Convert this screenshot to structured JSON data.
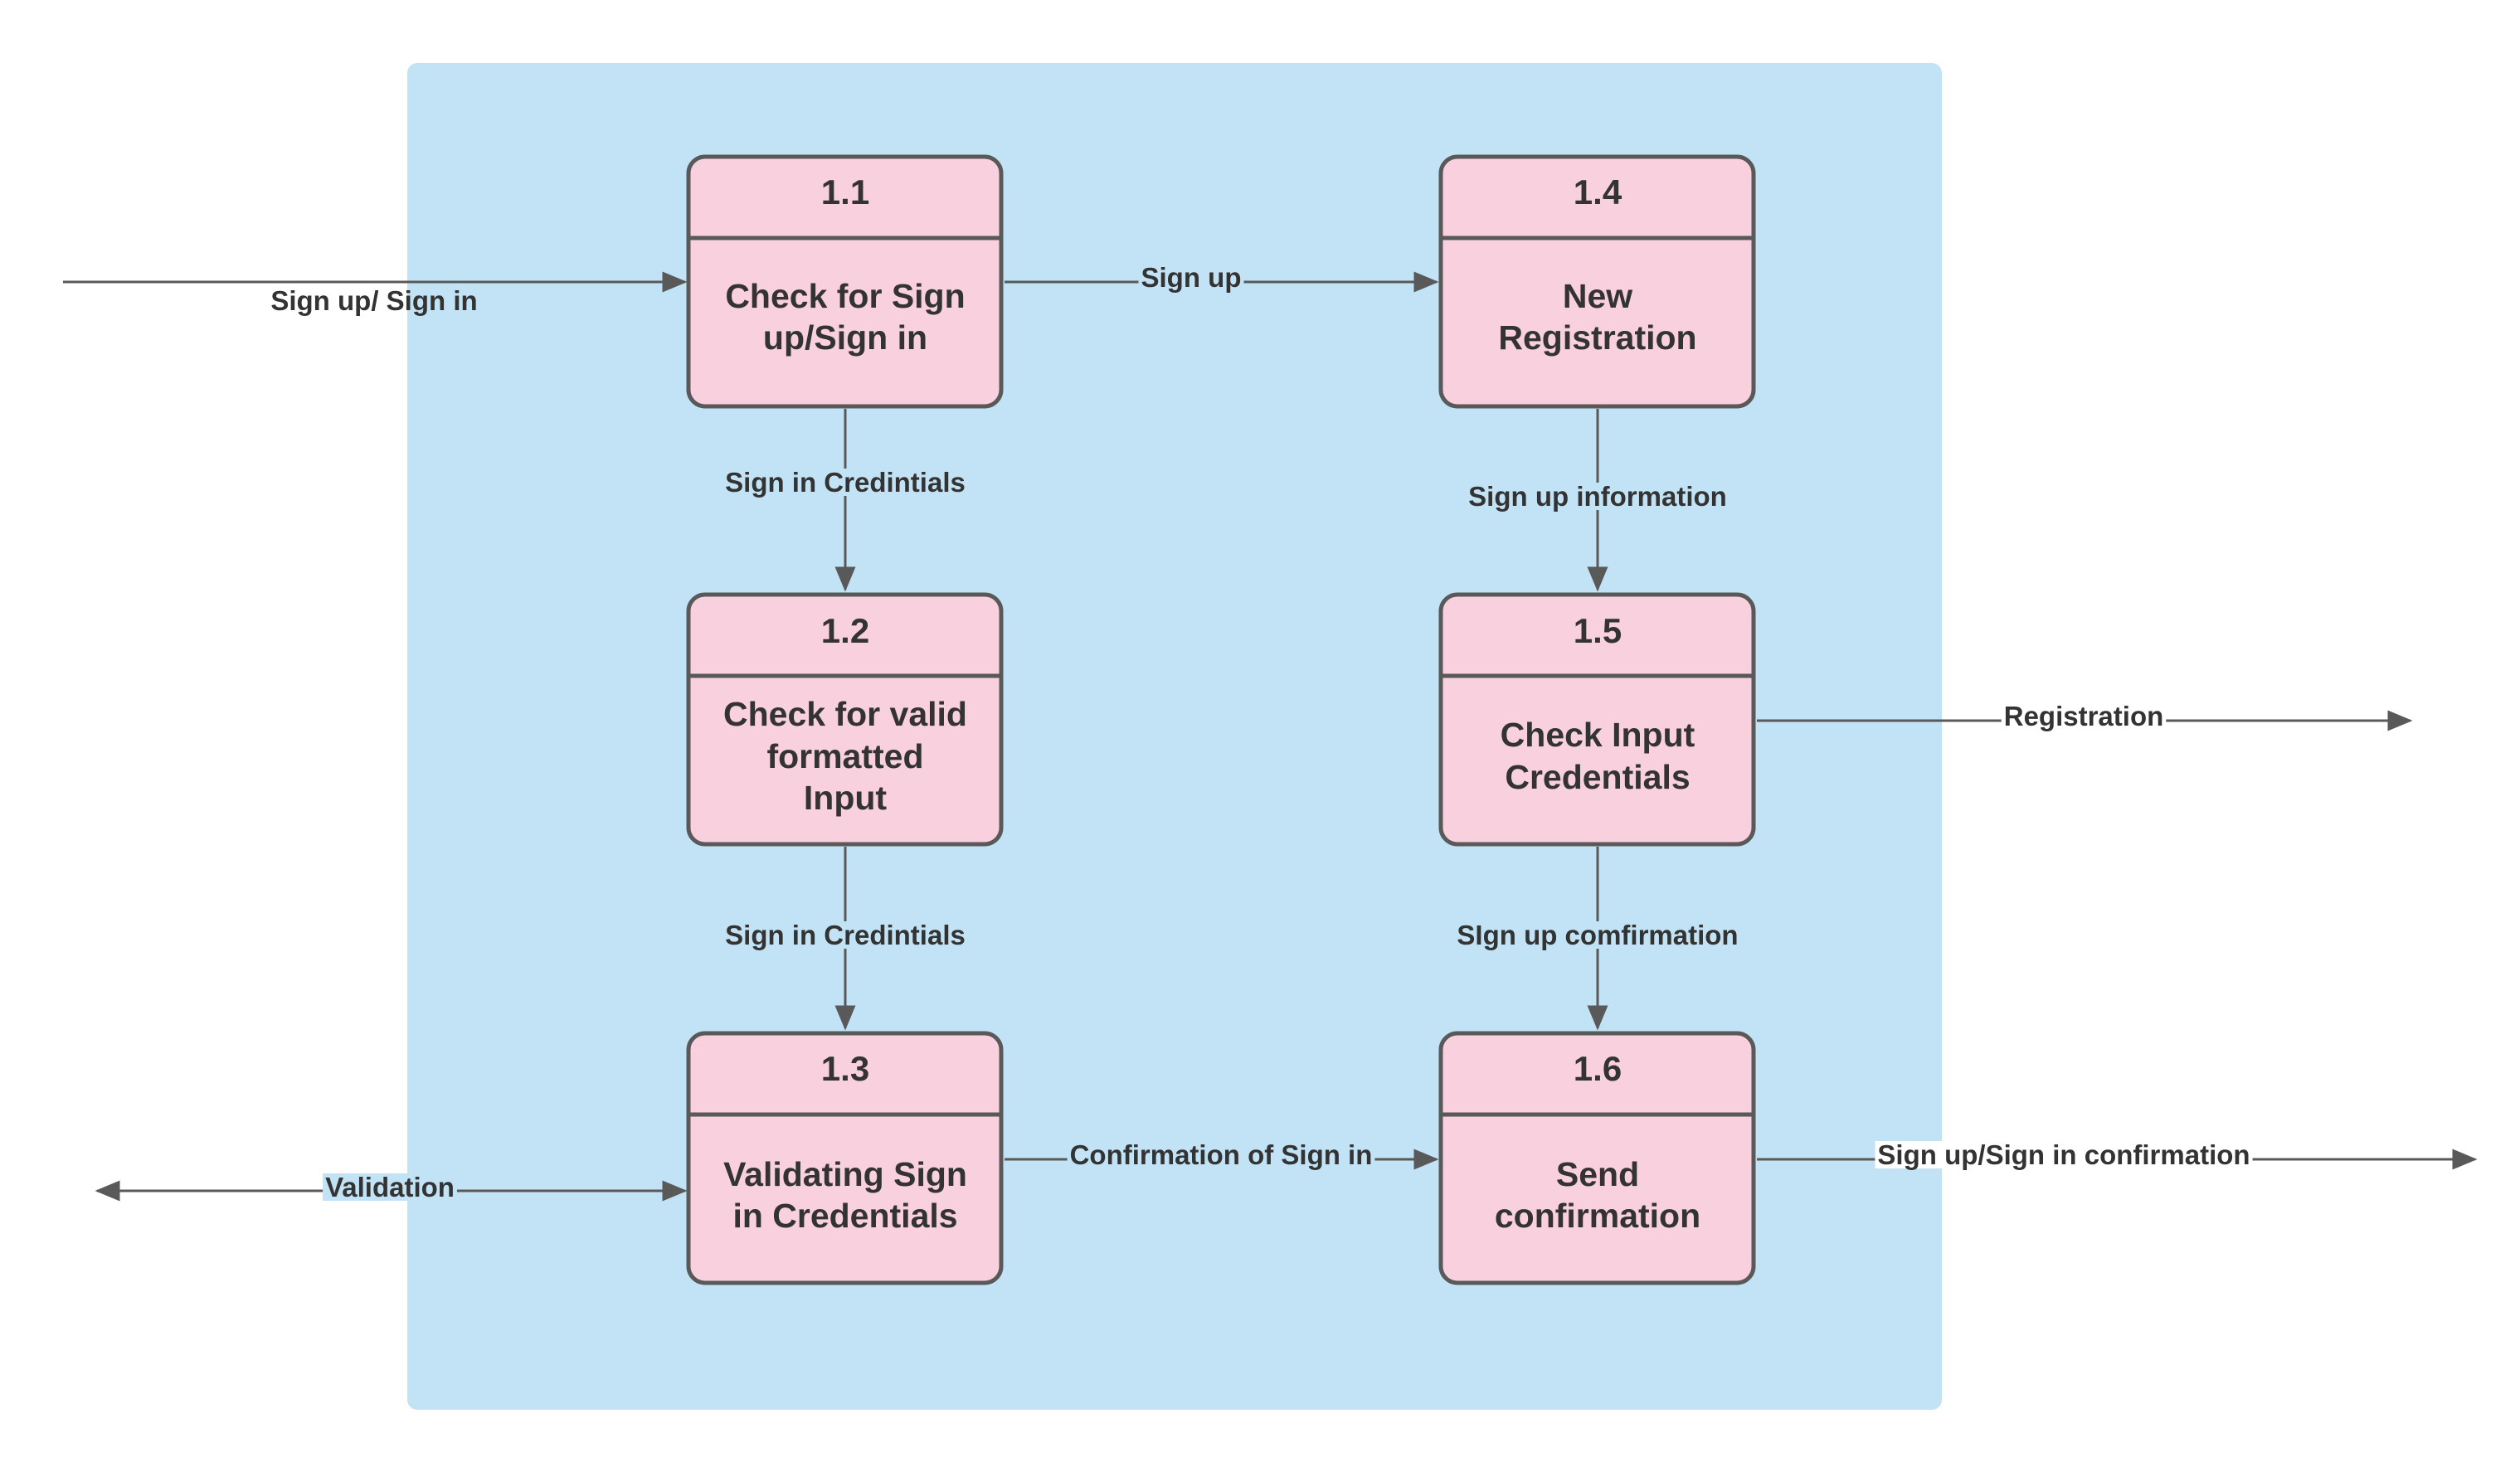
{
  "colors": {
    "boundary_fill": "#c1e3f5",
    "process_fill": "#f9d0de",
    "process_stroke": "#595959",
    "arrow": "#595959",
    "text": "#333333"
  },
  "processes": [
    {
      "id": "p11",
      "number": "1.1",
      "lines": [
        "Check for Sign",
        "up/Sign in"
      ]
    },
    {
      "id": "p12",
      "number": "1.2",
      "lines": [
        "Check for valid",
        "formatted",
        "Input"
      ]
    },
    {
      "id": "p13",
      "number": "1.3",
      "lines": [
        "Validating Sign",
        "in Credentials"
      ]
    },
    {
      "id": "p14",
      "number": "1.4",
      "lines": [
        "New",
        "Registration"
      ]
    },
    {
      "id": "p15",
      "number": "1.5",
      "lines": [
        "Check Input",
        "Credentials"
      ]
    },
    {
      "id": "p16",
      "number": "1.6",
      "lines": [
        "Send",
        "confirmation"
      ]
    }
  ],
  "flows": [
    {
      "id": "f-signup-signin",
      "from": "external",
      "to": "1.1",
      "label": "Sign up/ Sign in"
    },
    {
      "id": "f-signup",
      "from": "1.1",
      "to": "1.4",
      "label": "Sign up"
    },
    {
      "id": "f-signin-cred-1",
      "from": "1.1",
      "to": "1.2",
      "label": "Sign in Credintials"
    },
    {
      "id": "f-signup-info",
      "from": "1.4",
      "to": "1.5",
      "label": "Sign up information"
    },
    {
      "id": "f-registration",
      "from": "1.5",
      "to": "external",
      "label": "Registration"
    },
    {
      "id": "f-signin-cred-2",
      "from": "1.2",
      "to": "1.3",
      "label": "Sign in Credintials"
    },
    {
      "id": "f-signup-confirm",
      "from": "1.5",
      "to": "1.6",
      "label": "SIgn up comfirmation"
    },
    {
      "id": "f-validation",
      "from": "external",
      "to": "1.3",
      "label": "Validation",
      "bidirectional": true
    },
    {
      "id": "f-confirm-signin",
      "from": "1.3",
      "to": "1.6",
      "label": "Confirmation of Sign in"
    },
    {
      "id": "f-final-confirm",
      "from": "1.6",
      "to": "external",
      "label": "Sign up/Sign in confirmation"
    }
  ]
}
